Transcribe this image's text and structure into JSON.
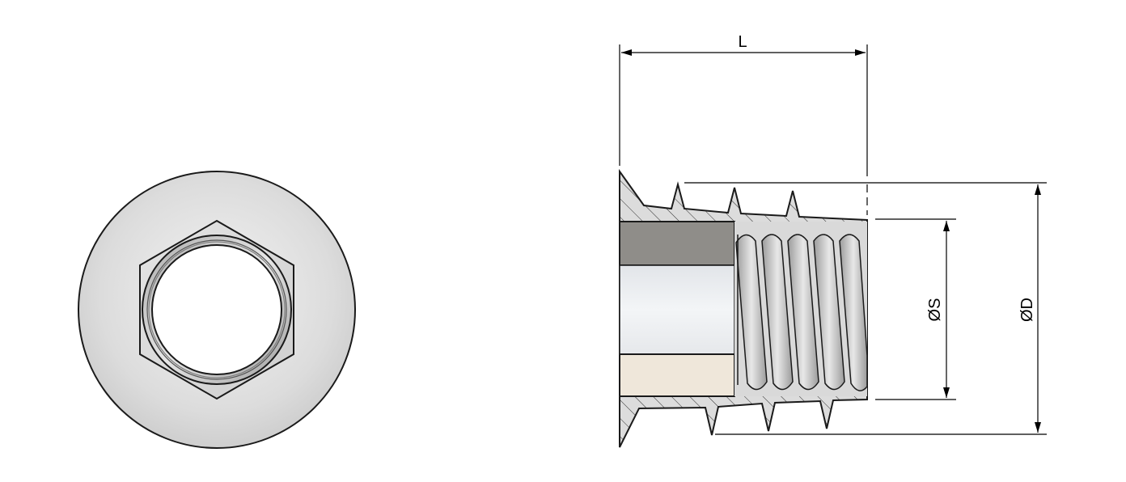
{
  "dimensions": {
    "length": "L",
    "thread_diameter": "ØS",
    "outer_diameter": "ØD"
  },
  "colors": {
    "outline": "#1a1a1a",
    "body_fill": "#d7d7d7",
    "hatch": "#2a2a2a",
    "bore_top": "#8f8d89",
    "bore_mid": "#ebeef1",
    "bore_bottom": "#efe7da"
  }
}
